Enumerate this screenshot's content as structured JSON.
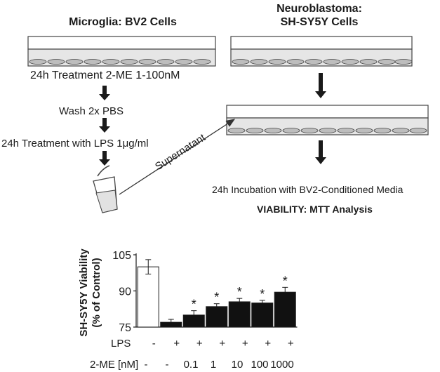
{
  "left_panel": {
    "title": "Microglia: BV2 Cells",
    "step1": "24h Treatment 2-ME 1-100nM",
    "step2": "Wash 2x PBS",
    "step3": "24h Treatment with LPS 1μg/ml"
  },
  "right_panel": {
    "title_line1": "Neuroblastoma:",
    "title_line2": "SH-SY5Y Cells",
    "incubation": "24h Incubation with BV2-Conditioned Media",
    "viability": "VIABILITY: MTT Analysis"
  },
  "arrow_label": "Supernatant",
  "chart_data": {
    "type": "bar",
    "ylabel_line1": "SH-SY5Y Viability",
    "ylabel_line2": "(% of Control)",
    "ylim": [
      75,
      105
    ],
    "yticks": [
      "105",
      "90",
      "75"
    ],
    "row_labels": [
      "LPS",
      "2-ME [nM]"
    ],
    "categories": [
      {
        "lps": "-",
        "me": "-"
      },
      {
        "lps": "+",
        "me": "-"
      },
      {
        "lps": "+",
        "me": "0.1"
      },
      {
        "lps": "+",
        "me": "1"
      },
      {
        "lps": "+",
        "me": "10"
      },
      {
        "lps": "+",
        "me": "100"
      },
      {
        "lps": "+",
        "me": "1000"
      }
    ],
    "values": [
      100,
      77,
      80,
      83.5,
      85.5,
      85,
      89.5
    ],
    "errors": [
      3,
      1.2,
      1.8,
      1.2,
      1.4,
      1.1,
      2
    ],
    "significance": [
      "",
      "",
      "*",
      "*",
      "*",
      "*",
      "*"
    ],
    "colors": {
      "control": "#ffffff",
      "treated": "#111111",
      "ink": "#1a1a1a"
    }
  }
}
